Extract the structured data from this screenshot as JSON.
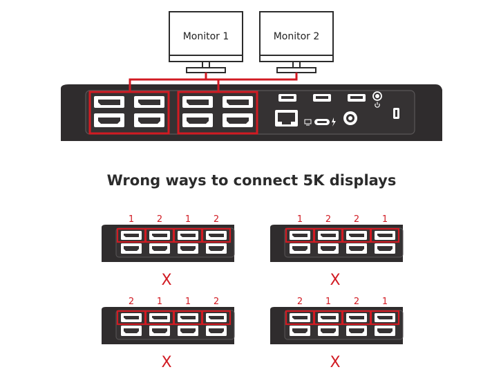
{
  "monitors": [
    {
      "label": "Monitor 1"
    },
    {
      "label": "Monitor 2"
    }
  ],
  "heading": "Wrong ways to connect 5K displays",
  "examples": [
    {
      "numbers": [
        "1",
        "2",
        "1",
        "2"
      ],
      "result": "X"
    },
    {
      "numbers": [
        "1",
        "2",
        "2",
        "1"
      ],
      "result": "X"
    },
    {
      "numbers": [
        "2",
        "1",
        "1",
        "2"
      ],
      "result": "X"
    },
    {
      "numbers": [
        "2",
        "1",
        "2",
        "1"
      ],
      "result": "X"
    }
  ],
  "colors": {
    "accent": "#d11a22",
    "dock_body": "#2f2c2d",
    "panel": "#353233",
    "port": "#ffffff"
  },
  "icons": [
    "displayport-icon",
    "hdmi-icon",
    "usb-a-icon",
    "ethernet-icon",
    "usb-c-icon",
    "thunderbolt-icon",
    "audio-jack-icon",
    "power-icon",
    "kensington-lock-icon"
  ]
}
